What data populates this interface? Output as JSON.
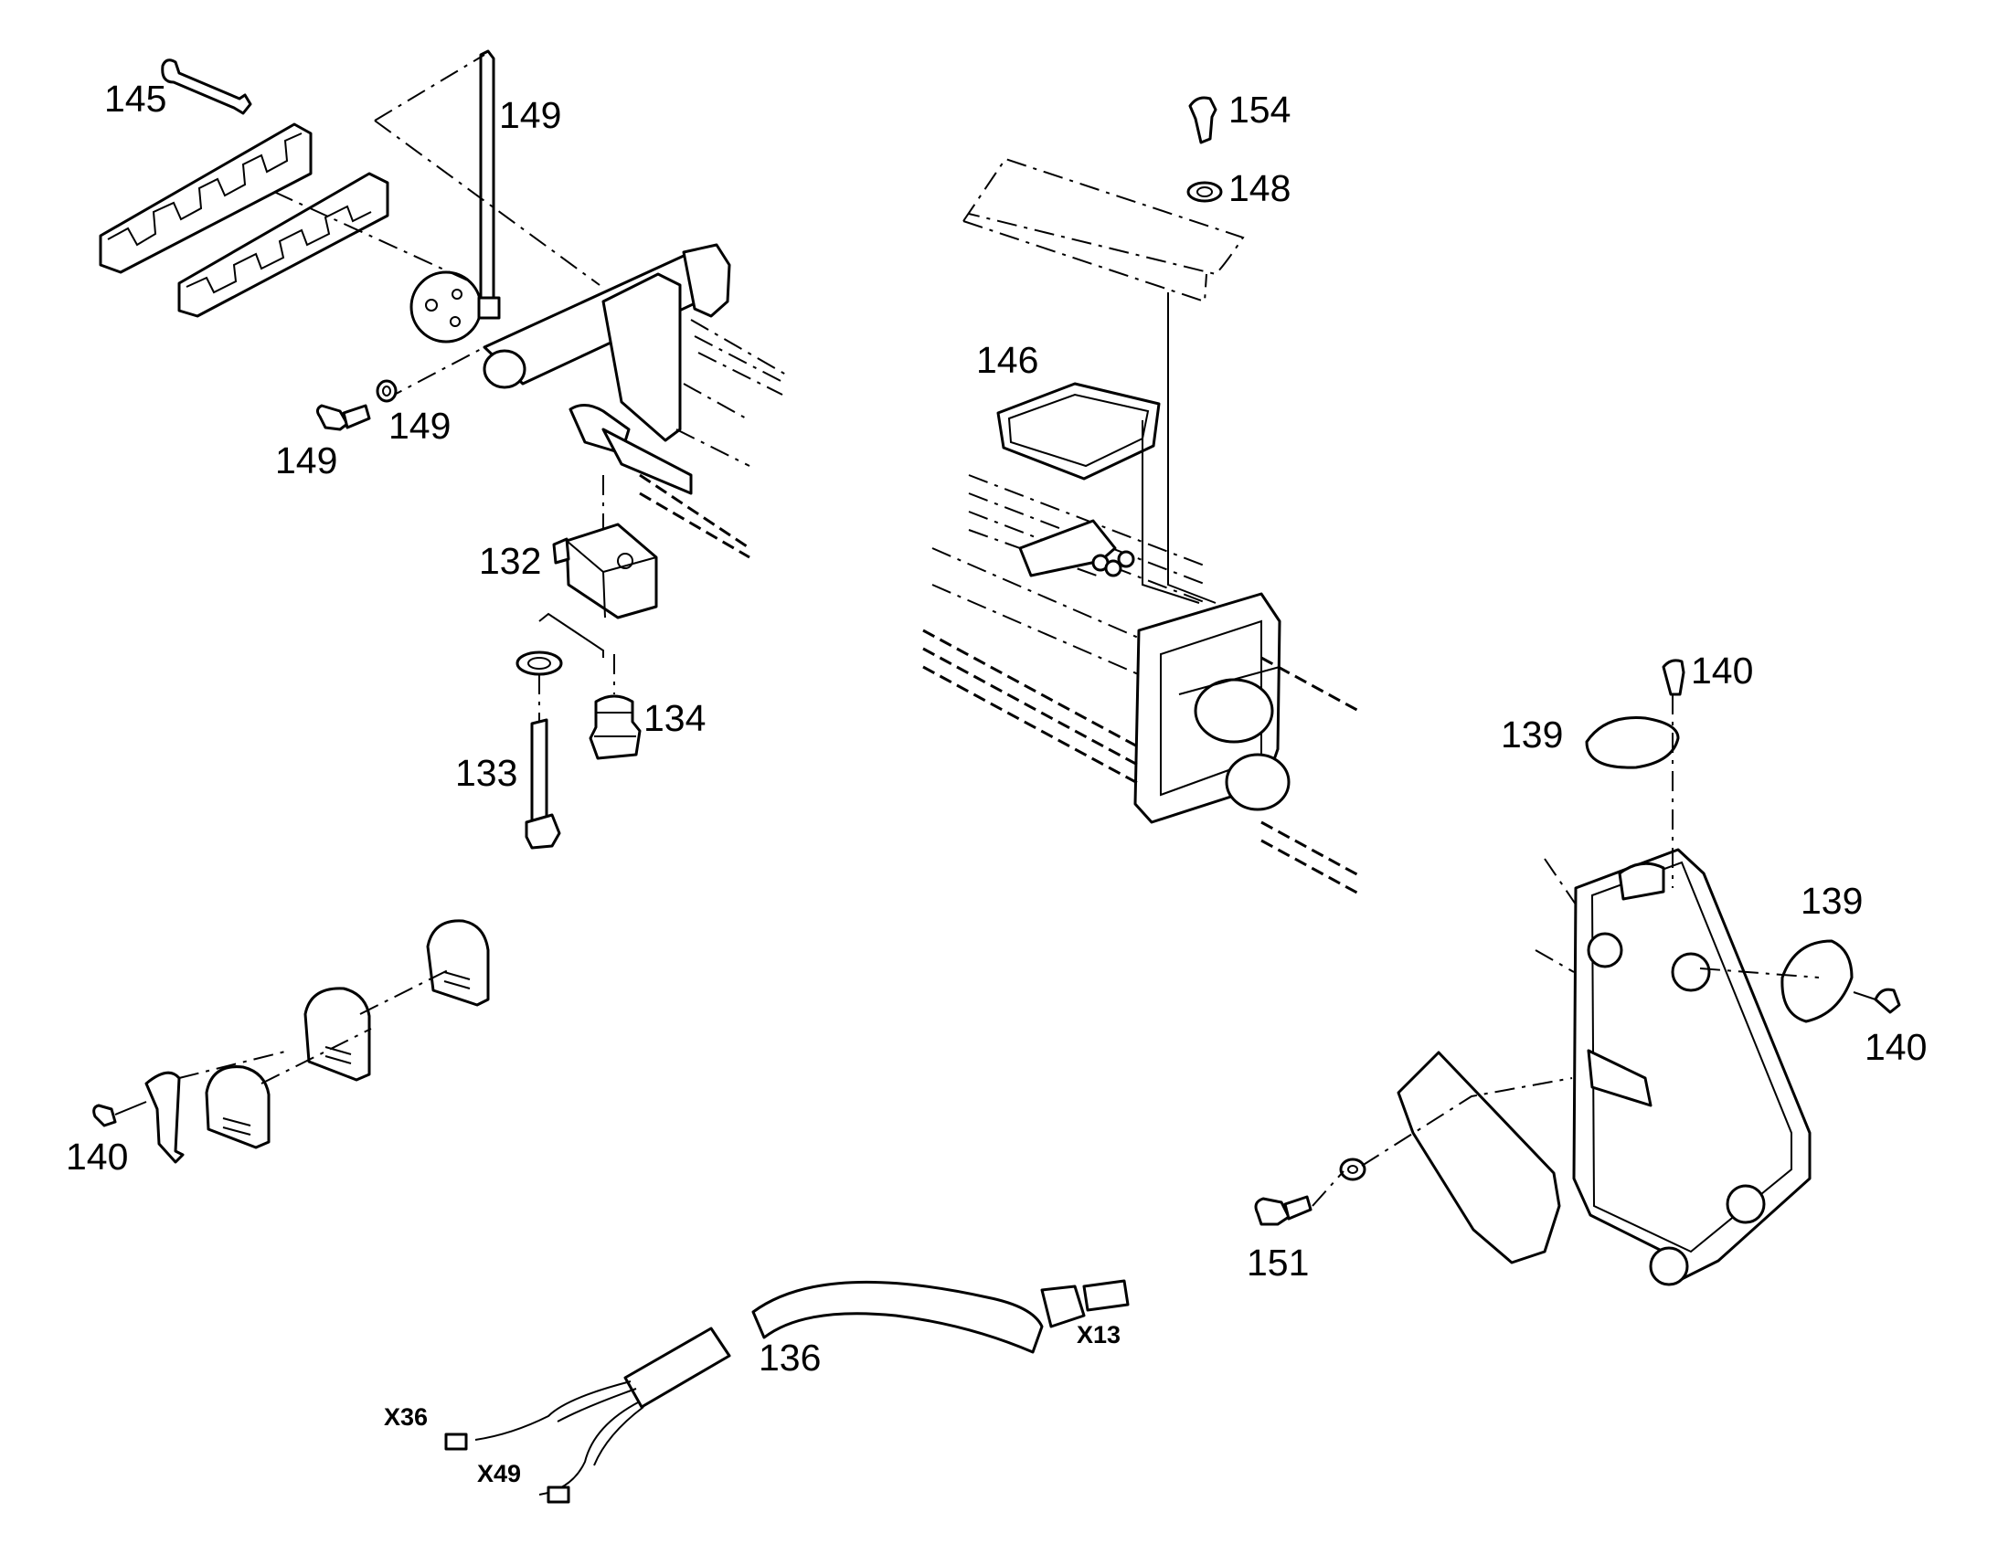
{
  "labels": {
    "p145": "145",
    "p149_top": "149",
    "p149_screw": "149",
    "p149_washer": "149",
    "p132": "132",
    "p133": "133",
    "p134": "134",
    "p140_left": "140",
    "p136": "136",
    "p154": "154",
    "p148": "148",
    "p146": "146",
    "p140_top": "140",
    "p139_top": "139",
    "p139_right": "139",
    "p140_right": "140",
    "p151": "151"
  },
  "connectors": {
    "x13": "X13",
    "x36": "X36",
    "x49": "X49"
  }
}
